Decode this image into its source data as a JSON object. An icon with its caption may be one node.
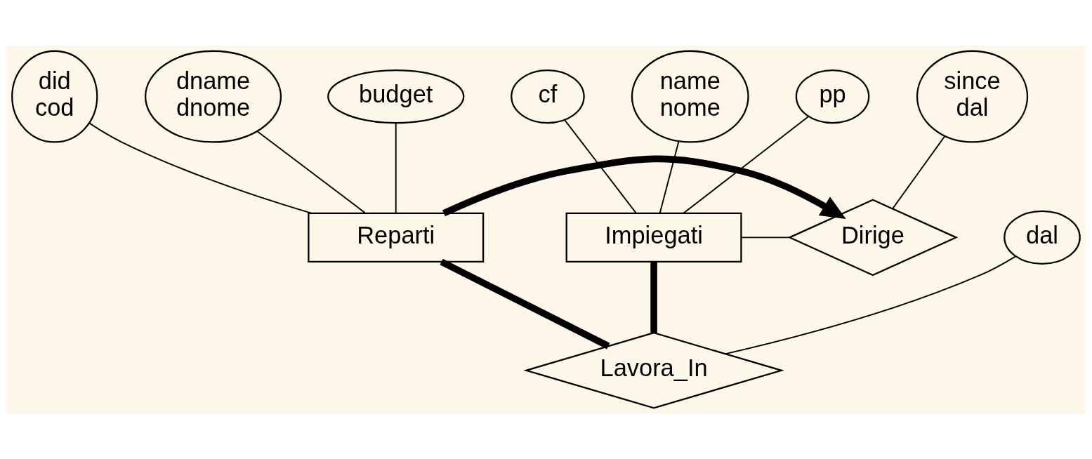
{
  "diagram": {
    "nodes": [
      {
        "text": [
          "cf"
        ]
      },
      {
        "text": [
          "name",
          "nome"
        ]
      },
      {
        "text": [
          "pp"
        ]
      },
      {
        "text": [
          "Impiegati"
        ]
      },
      {
        "text": [
          "since",
          "dal"
        ]
      },
      {
        "text": [
          "Dirige"
        ]
      },
      {
        "text": [
          "did",
          "cod"
        ]
      },
      {
        "text": [
          "dname",
          "dnome"
        ]
      },
      {
        "text": [
          "budget"
        ]
      },
      {
        "text": [
          "Reparti"
        ]
      },
      {
        "text": [
          "Lavora_In"
        ]
      },
      {
        "text": [
          "dal"
        ]
      }
    ],
    "edges": [
      {
        "from": 0,
        "to": 3,
        "arrow": "none"
      },
      {
        "from": 1,
        "to": 3,
        "arrow": "none"
      },
      {
        "from": 2,
        "to": 3,
        "arrow": "none"
      },
      {
        "from": 4,
        "to": 5,
        "arrow": "none"
      },
      {
        "from": 6,
        "to": 9,
        "arrow": "none"
      },
      {
        "from": 7,
        "to": 9,
        "arrow": "none"
      },
      {
        "from": 8,
        "to": 9,
        "arrow": "none"
      },
      {
        "from": 3,
        "to": 5,
        "arrow": "none"
      },
      {
        "from": 9,
        "to": 5,
        "arrow": "to",
        "style": "thick"
      },
      {
        "from": 3,
        "to": 10,
        "arrow": "none",
        "style": "thick"
      },
      {
        "from": 9,
        "to": 10,
        "arrow": "none",
        "style": "thick"
      },
      {
        "from": 11,
        "to": 10,
        "arrow": "none"
      }
    ]
  }
}
